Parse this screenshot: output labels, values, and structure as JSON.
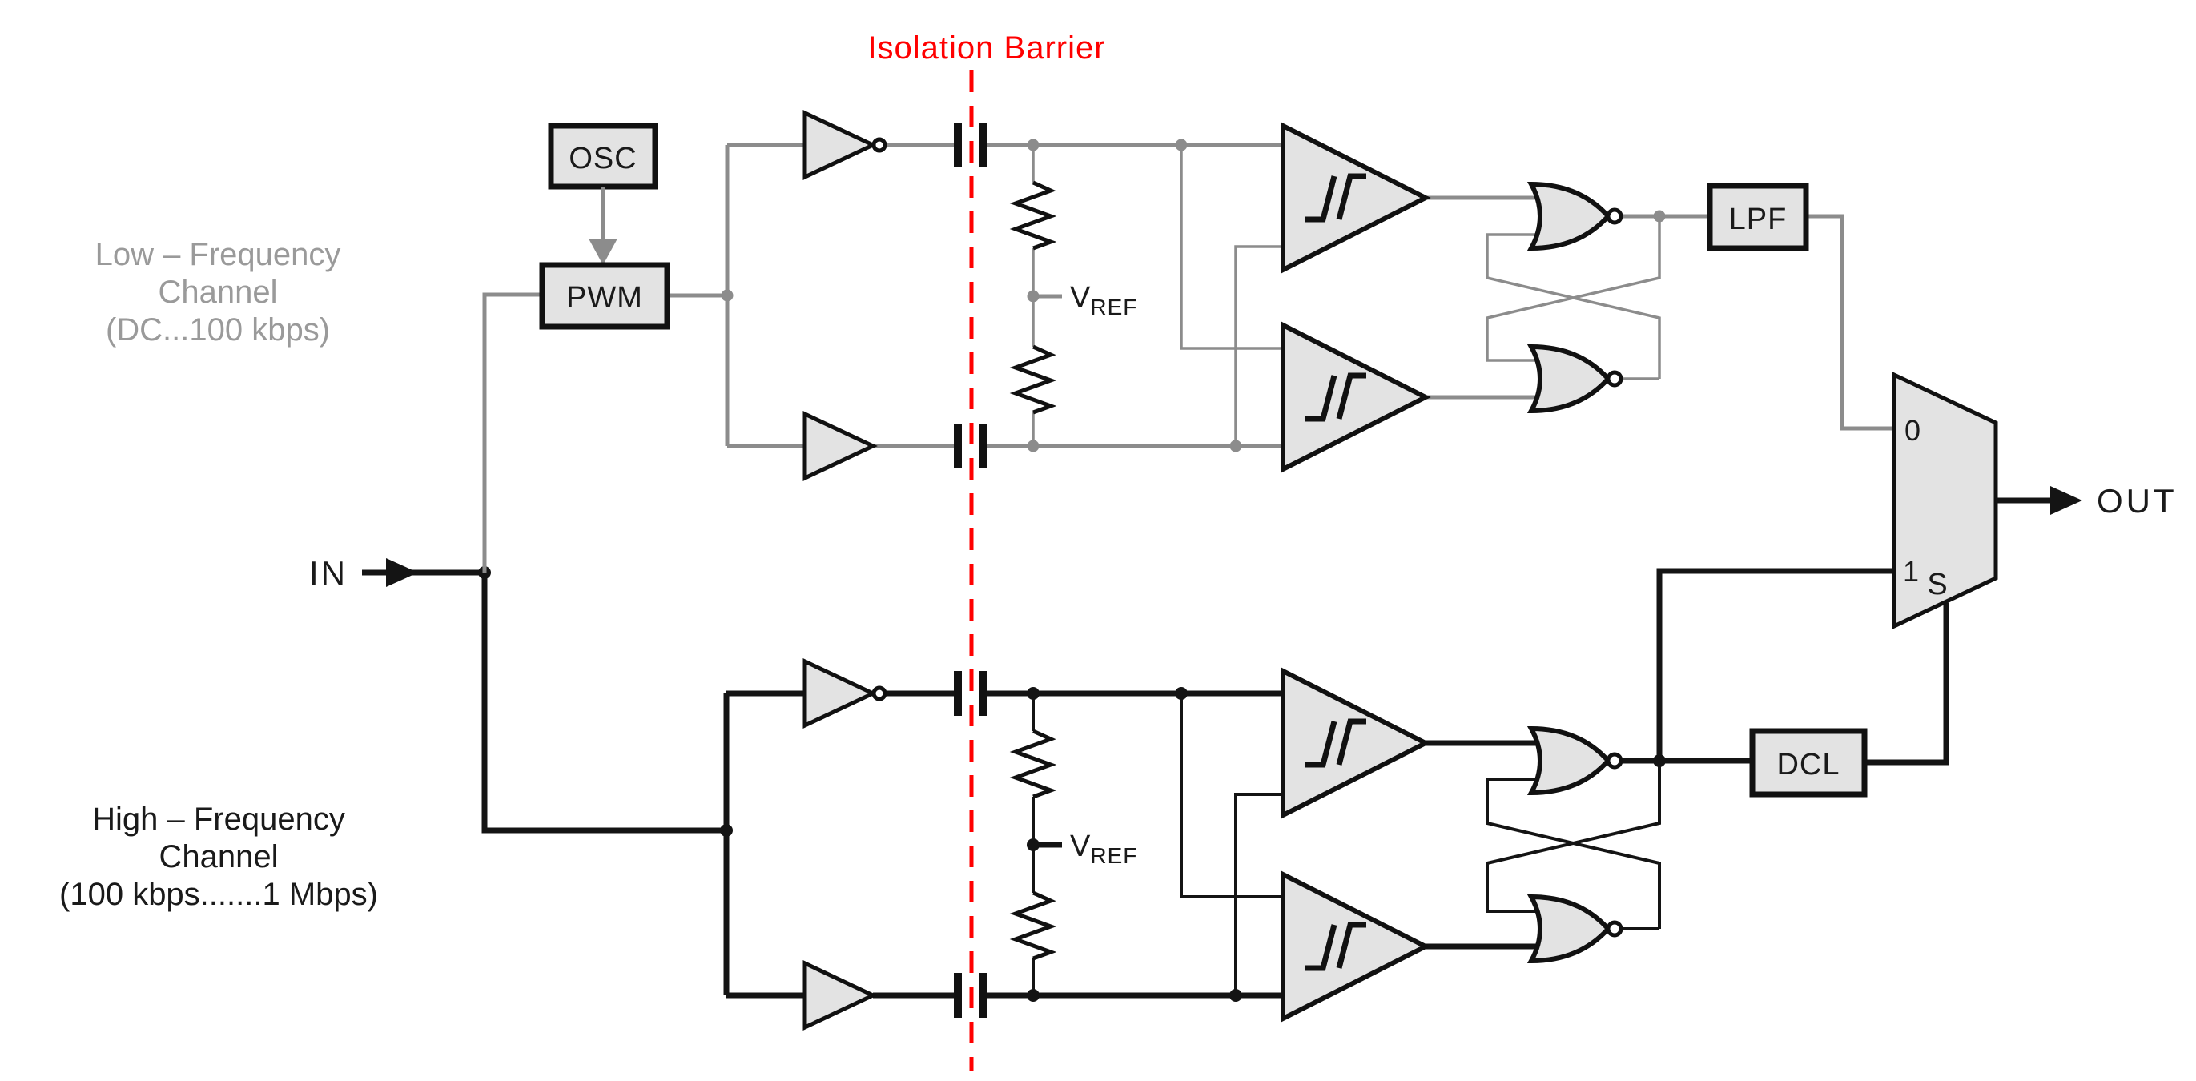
{
  "labels": {
    "isolation_barrier": "Isolation Barrier",
    "in": "IN",
    "out": "OUT",
    "vref_main": "V",
    "vref_sub": "REF"
  },
  "blocks": {
    "osc": "OSC",
    "pwm": "PWM",
    "lpf": "LPF",
    "dcl": "DCL"
  },
  "mux": {
    "input0": "0",
    "input1": "1",
    "select": "S"
  },
  "channels": {
    "low_frequency": {
      "lines": [
        "Low – Frequency",
        "Channel",
        "(DC...100 kbps)"
      ]
    },
    "high_frequency": {
      "lines": [
        "High – Frequency",
        "Channel",
        "(100 kbps.......1 Mbps)"
      ]
    }
  },
  "colors": {
    "barrier_red": "#ff0000",
    "lf_wire_gray": "#8c8c8c",
    "hf_wire_black": "#141414",
    "component_fill": "#e3e3e3",
    "lf_text_gray": "#9a9a9a"
  }
}
